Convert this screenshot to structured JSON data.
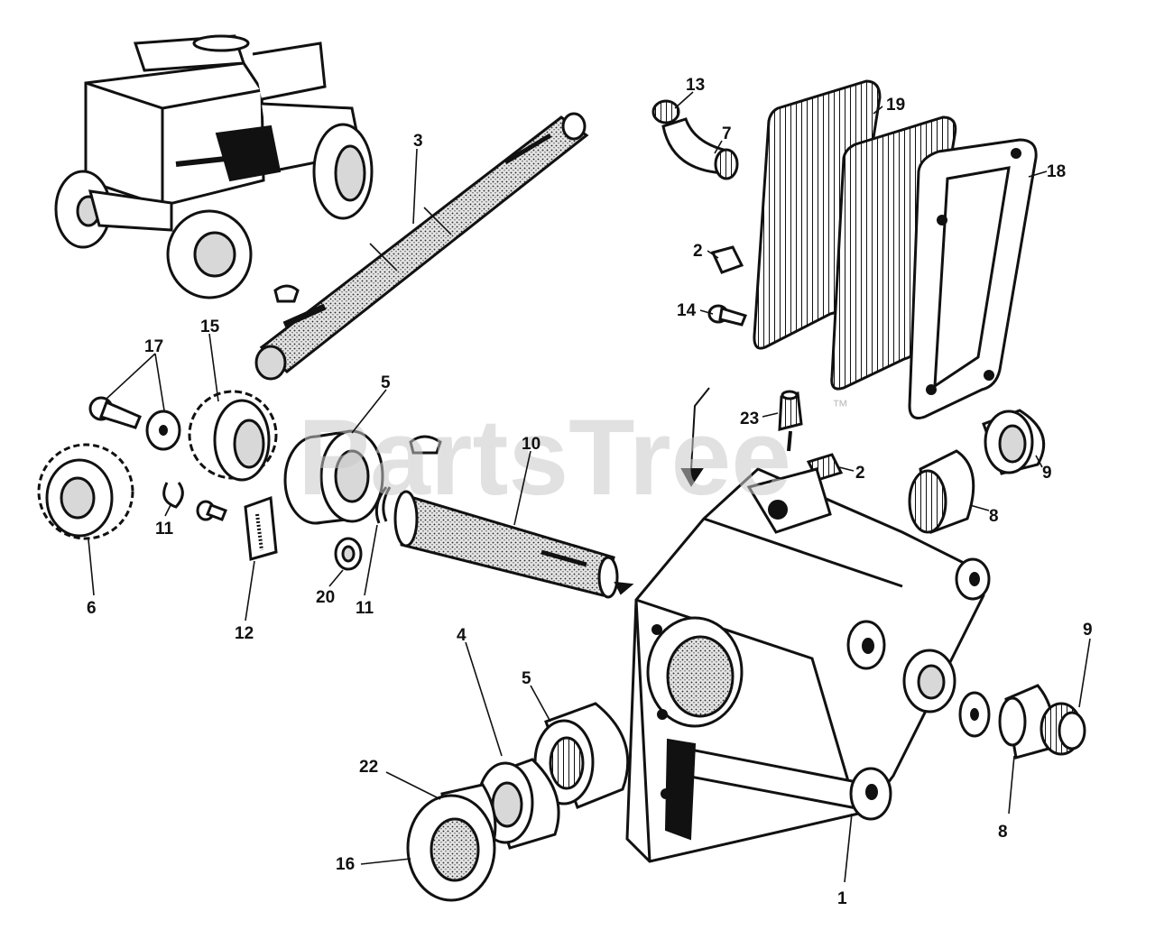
{
  "watermark": {
    "text": "PartsTree",
    "trademark": "™"
  },
  "callouts": [
    {
      "id": "c13",
      "label": "13"
    },
    {
      "id": "c19",
      "label": "19"
    },
    {
      "id": "c7",
      "label": "7"
    },
    {
      "id": "c18",
      "label": "18"
    },
    {
      "id": "c3",
      "label": "3"
    },
    {
      "id": "c2a",
      "label": "2"
    },
    {
      "id": "c14",
      "label": "14"
    },
    {
      "id": "c17",
      "label": "17"
    },
    {
      "id": "c15",
      "label": "15"
    },
    {
      "id": "c5a",
      "label": "5"
    },
    {
      "id": "c10",
      "label": "10"
    },
    {
      "id": "c23",
      "label": "23"
    },
    {
      "id": "c2b",
      "label": "2"
    },
    {
      "id": "c9a",
      "label": "9"
    },
    {
      "id": "c8a",
      "label": "8"
    },
    {
      "id": "c11a",
      "label": "11"
    },
    {
      "id": "c6",
      "label": "6"
    },
    {
      "id": "c12",
      "label": "12"
    },
    {
      "id": "c20",
      "label": "20"
    },
    {
      "id": "c11b",
      "label": "11"
    },
    {
      "id": "c5b",
      "label": "5"
    },
    {
      "id": "c4",
      "label": "4"
    },
    {
      "id": "c22",
      "label": "22"
    },
    {
      "id": "c9b",
      "label": "9"
    },
    {
      "id": "c16",
      "label": "16"
    },
    {
      "id": "c8b",
      "label": "8"
    },
    {
      "id": "c1",
      "label": "1"
    }
  ]
}
